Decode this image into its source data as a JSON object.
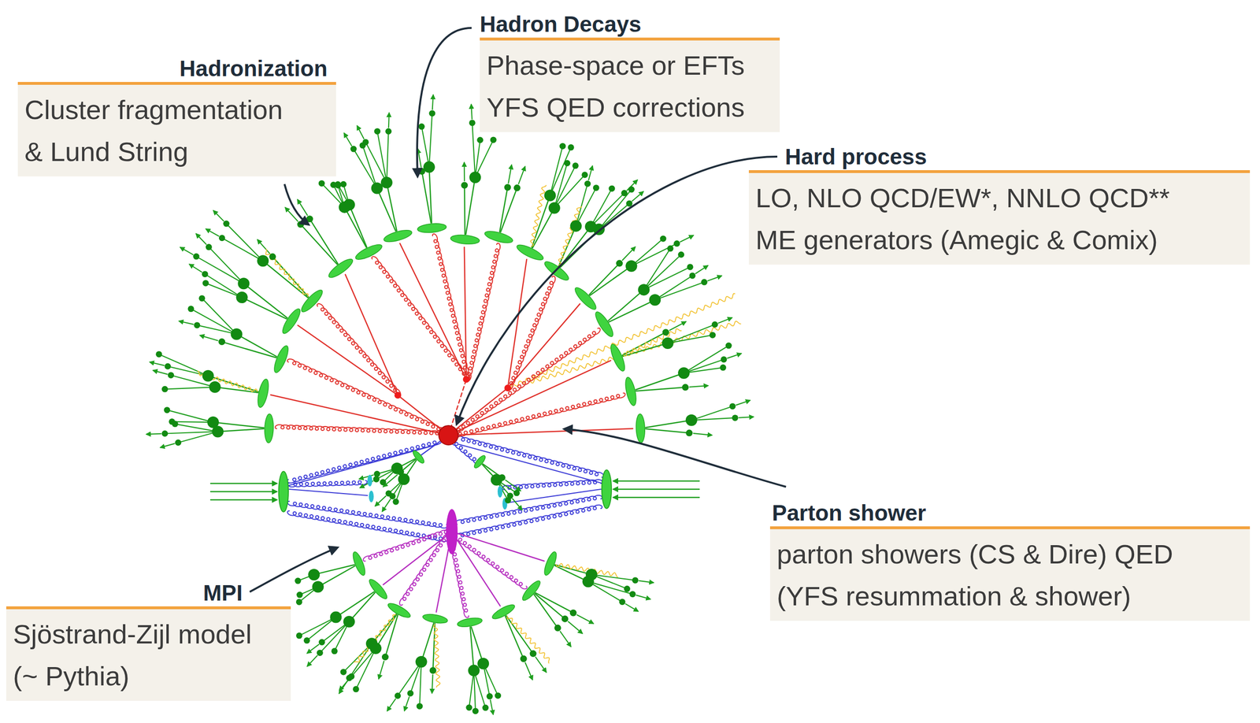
{
  "diagram": {
    "nodes": [
      {
        "text": [
          "Hadron Decays",
          "Phase-space or EFTs YFS QED corrections"
        ]
      },
      {
        "text": [
          "Hadronization",
          "Cluster fragmentation & Lund String"
        ]
      },
      {
        "text": [
          "Hard process",
          "LO, NLO QCD/EW*, NNLO QCD** ME generators (Amegic & Comix)"
        ]
      },
      {
        "text": [
          "Parton shower",
          "parton showers (CS & Dire) QED (YFS resummation & shower)"
        ]
      },
      {
        "text": [
          "MPI",
          "Sjöstrand-Zijl model (~ Pythia)"
        ]
      }
    ]
  }
}
